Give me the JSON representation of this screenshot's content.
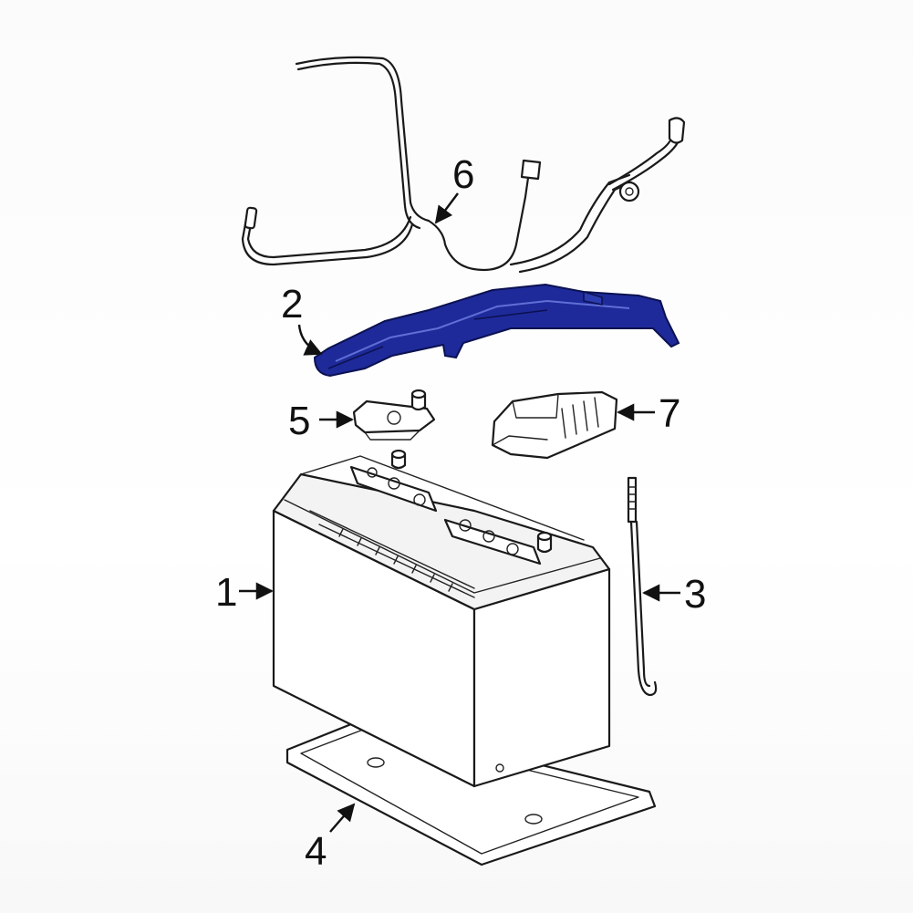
{
  "diagram": {
    "highlight_color": "#1e2a9a",
    "line_color": "#1a1a1a",
    "callouts": [
      {
        "id": "1",
        "label": "1"
      },
      {
        "id": "2",
        "label": "2"
      },
      {
        "id": "3",
        "label": "3"
      },
      {
        "id": "4",
        "label": "4"
      },
      {
        "id": "5",
        "label": "5"
      },
      {
        "id": "6",
        "label": "6"
      },
      {
        "id": "7",
        "label": "7"
      }
    ]
  }
}
